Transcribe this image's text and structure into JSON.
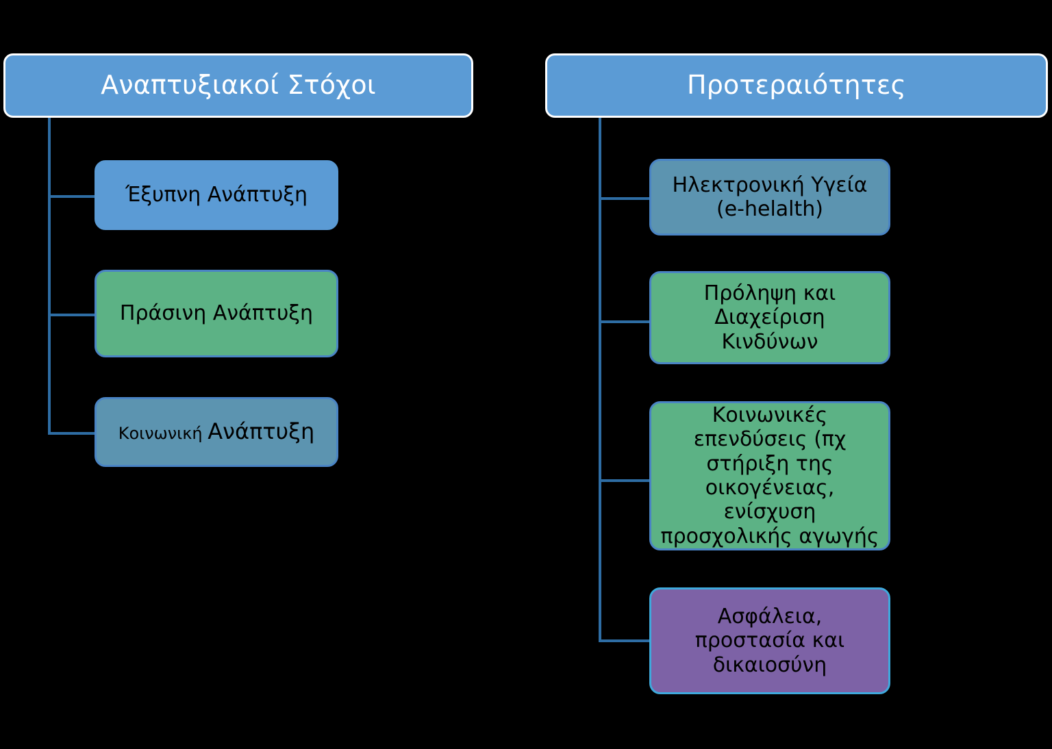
{
  "diagram": {
    "type": "two-column-tree",
    "background_color": "#000000",
    "columns": [
      {
        "id": "left",
        "header": {
          "label": "Αναπτυξιακοί Στόχοι",
          "fill": "#5B9BD5",
          "text_color": "#FFFFFF"
        },
        "nodes": [
          {
            "label": "Έξυπνη Ανάπτυξη",
            "fill": "#5B9BD5",
            "border": "#5B9BD5",
            "text_color": "#000000"
          },
          {
            "label": "Πράσινη Ανάπτυξη",
            "fill": "#5CB285",
            "border": "#4A84C4",
            "text_color": "#000000"
          },
          {
            "label": "Κοινωνική Ανάπτυξη",
            "label_part_small": "Κοινωνική ",
            "label_part_large": "Ανάπτυξη",
            "fill": "#5C94B0",
            "border": "#4A84C4",
            "text_color": "#000000"
          }
        ]
      },
      {
        "id": "right",
        "header": {
          "label": "Προτεραιότητες",
          "fill": "#5B9BD5",
          "text_color": "#FFFFFF"
        },
        "nodes": [
          {
            "label": "Ηλεκτρονική Υγεία\n(e-helalth)",
            "fill": "#5C94B0",
            "border": "#4A84C4",
            "text_color": "#000000"
          },
          {
            "label": "Πρόληψη και\nΔιαχείριση\nΚινδύνων",
            "fill": "#5CB285",
            "border": "#4A84C4",
            "text_color": "#000000"
          },
          {
            "label": "Κοινωνικές\nεπενδύσεις (πχ\nστήριξη της\nοικογένειας, ενίσχυση\nπροσχολικής αγωγής",
            "fill": "#5CB285",
            "border": "#4A84C4",
            "text_color": "#000000"
          },
          {
            "label": "Ασφάλεια,\nπροστασία και\nδικαιοσύνη",
            "fill": "#7D62A6",
            "border": "#3FA9DC",
            "text_color": "#000000"
          }
        ]
      }
    ],
    "connector_color": "#2E6DA4"
  }
}
